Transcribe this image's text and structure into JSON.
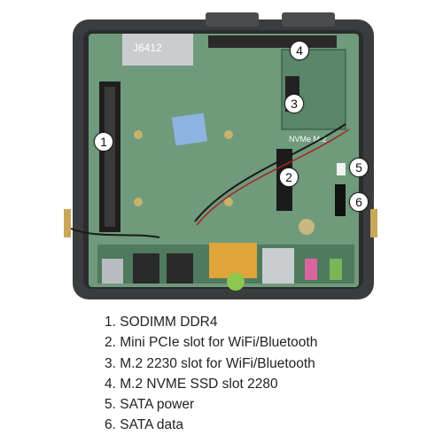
{
  "photo": {
    "board_silkscreen": "J6412",
    "nvme_silkscreen": "NVMe  M.2",
    "callouts": [
      {
        "num": "1",
        "component": "sodimm-slot"
      },
      {
        "num": "2",
        "component": "mini-pcie-slot"
      },
      {
        "num": "3",
        "component": "m2-2230-slot"
      },
      {
        "num": "4",
        "component": "m2-2280-slot"
      },
      {
        "num": "5",
        "component": "sata-power"
      },
      {
        "num": "6",
        "component": "sata-data"
      }
    ]
  },
  "legend": [
    {
      "num": "1.",
      "label": "SODIMM DDR4"
    },
    {
      "num": "2.",
      "label": "Mini PCIe slot for WiFi/Bluetooth"
    },
    {
      "num": "3.",
      "label": "M.2 2230 slot for WiFi/Bluetooth"
    },
    {
      "num": "4.",
      "label": "M.2 NVME SSD slot 2280"
    },
    {
      "num": "5.",
      "label": "SATA power"
    },
    {
      "num": "6.",
      "label": "SATA data"
    }
  ],
  "colors": {
    "case": "#3a3c3d",
    "pcb": "#6f9a7c",
    "pcb_dark": "#4f7a5e",
    "callout_bg": "#ffffff",
    "text": "#222222"
  }
}
